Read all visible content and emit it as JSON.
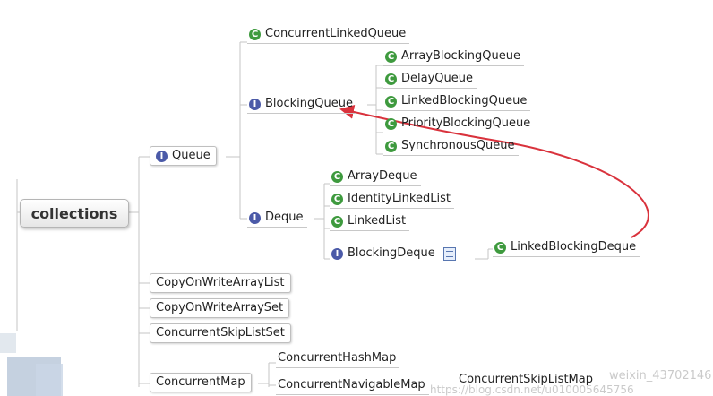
{
  "root": {
    "label": "collections"
  },
  "queue": {
    "label": "Queue",
    "icon": "interface-icon"
  },
  "concurrent_linked_queue": {
    "label": "ConcurrentLinkedQueue",
    "icon": "class-icon"
  },
  "blocking_queue": {
    "label": "BlockingQueue",
    "icon": "interface-icon",
    "children": [
      "ArrayBlockingQueue",
      "DelayQueue",
      "LinkedBlockingQueue",
      "PriorityBlockingQueue",
      "SynchronousQueue"
    ]
  },
  "deque": {
    "label": "Deque",
    "icon": "interface-icon",
    "children": [
      "ArrayDeque",
      "IdentityLinkedList",
      "LinkedList"
    ],
    "blocking_deque": {
      "label": "BlockingDeque",
      "child": "LinkedBlockingDeque"
    }
  },
  "lists": [
    "CopyOnWriteArrayList",
    "CopyOnWriteArraySet",
    "ConcurrentSkipListSet"
  ],
  "concurrent_map": {
    "label": "ConcurrentMap",
    "hash_map": "ConcurrentHashMap",
    "navigable_map": "ConcurrentNavigableMap",
    "skip_list_map": "ConcurrentSkipListMap"
  },
  "watermarks": {
    "blog_id": "weixin_43702146",
    "url": "https://blog.csdn.net/u010005645756"
  },
  "colors": {
    "arrow": "#d9323c",
    "class_icon": "#3e9a3e",
    "interface_icon": "#4b5aa8",
    "line": "#c6c6c6"
  }
}
